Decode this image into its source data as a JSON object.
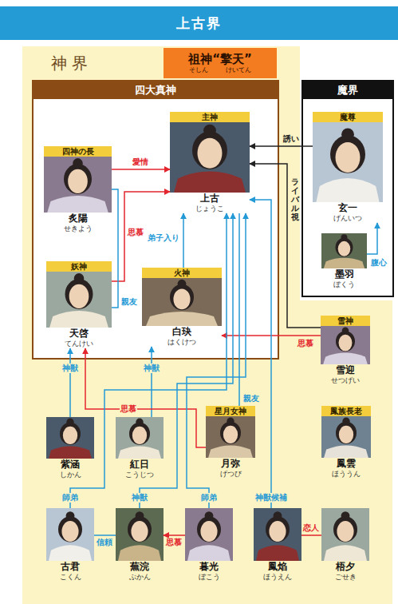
{
  "diagram": {
    "title": "上古界",
    "nodes": [
      {
        "text": [
          "神界"
        ]
      },
      {
        "text": [
          "祖神“擎天”",
          "そしん",
          "けいてん"
        ],
        "in": 0
      },
      {
        "text": [
          "四大真神"
        ],
        "in": 0
      },
      {
        "text": [
          "四神の長",
          "炙陽",
          "せきよう"
        ],
        "in": 2
      },
      {
        "text": [
          "主神",
          "上古",
          "じょうこ"
        ],
        "in": 2
      },
      {
        "text": [
          "妖神",
          "天啓",
          "てんけい"
        ],
        "in": 2
      },
      {
        "text": [
          "火神",
          "白玦",
          "はくけつ"
        ],
        "in": 2
      },
      {
        "text": [
          "魔界"
        ]
      },
      {
        "text": [
          "魔尊",
          "玄一",
          "げんいつ"
        ],
        "in": 7
      },
      {
        "text": [
          "墨羽",
          "ぼくう"
        ],
        "in": 7
      },
      {
        "text": [
          "雪神",
          "雪迎",
          "せつげい"
        ],
        "in": 0
      },
      {
        "text": [
          "紫涵",
          "しかん"
        ],
        "in": 0
      },
      {
        "text": [
          "紅日",
          "こうじつ"
        ],
        "in": 0
      },
      {
        "text": [
          "星月女神",
          "月弥",
          "げつび"
        ],
        "in": 0
      },
      {
        "text": [
          "鳳族長老",
          "鳳雲",
          "ほううん"
        ],
        "in": 0
      },
      {
        "text": [
          "古君",
          "こくん"
        ],
        "in": 0
      },
      {
        "text": [
          "蕪浣",
          "ぶかん"
        ],
        "in": 0
      },
      {
        "text": [
          "暮光",
          "ぼこう"
        ],
        "in": 0
      },
      {
        "text": [
          "鳳焰",
          "ほうえん"
        ],
        "in": 0
      },
      {
        "text": [
          "梧夕",
          "ごせき"
        ],
        "in": 0
      }
    ],
    "edges": [
      {
        "from": 3,
        "to": 4,
        "arrow": "to",
        "label": "愛情"
      },
      {
        "from": 5,
        "to": 4,
        "arrow": "to",
        "label": "思慕"
      },
      {
        "from": 3,
        "to": 5,
        "arrow": "none",
        "label": "親友"
      },
      {
        "from": 6,
        "to": 4,
        "arrow": "to",
        "label": "弟子入り"
      },
      {
        "from": 8,
        "to": 4,
        "arrow": "to",
        "label": "誘い"
      },
      {
        "from": 10,
        "to": 4,
        "arrow": "to",
        "label": "ライバル視"
      },
      {
        "from": 9,
        "to": 8,
        "arrow": "to",
        "label": "腹心"
      },
      {
        "from": 10,
        "to": 6,
        "arrow": "to",
        "label": "思慕"
      },
      {
        "from": 11,
        "to": 5,
        "arrow": "to",
        "label": "神獣"
      },
      {
        "from": 12,
        "to": 6,
        "arrow": "to",
        "label": "神獣"
      },
      {
        "from": 13,
        "to": 5,
        "arrow": "to",
        "label": "思慕"
      },
      {
        "from": 13,
        "to": 4,
        "arrow": "none",
        "label": "親友"
      },
      {
        "from": 15,
        "to": 4,
        "arrow": "to",
        "label": "師弟"
      },
      {
        "from": 16,
        "to": 4,
        "arrow": "to",
        "label": "神獣"
      },
      {
        "from": 17,
        "to": 4,
        "arrow": "to",
        "label": "師弟"
      },
      {
        "from": 18,
        "to": 4,
        "arrow": "to",
        "label": "神獣候補"
      },
      {
        "from": 15,
        "to": 16,
        "arrow": "none",
        "label": "信頼"
      },
      {
        "from": 17,
        "to": 16,
        "arrow": "to",
        "label": "思慕"
      },
      {
        "from": 18,
        "to": 19,
        "arrow": "none",
        "label": "恋人"
      }
    ]
  }
}
